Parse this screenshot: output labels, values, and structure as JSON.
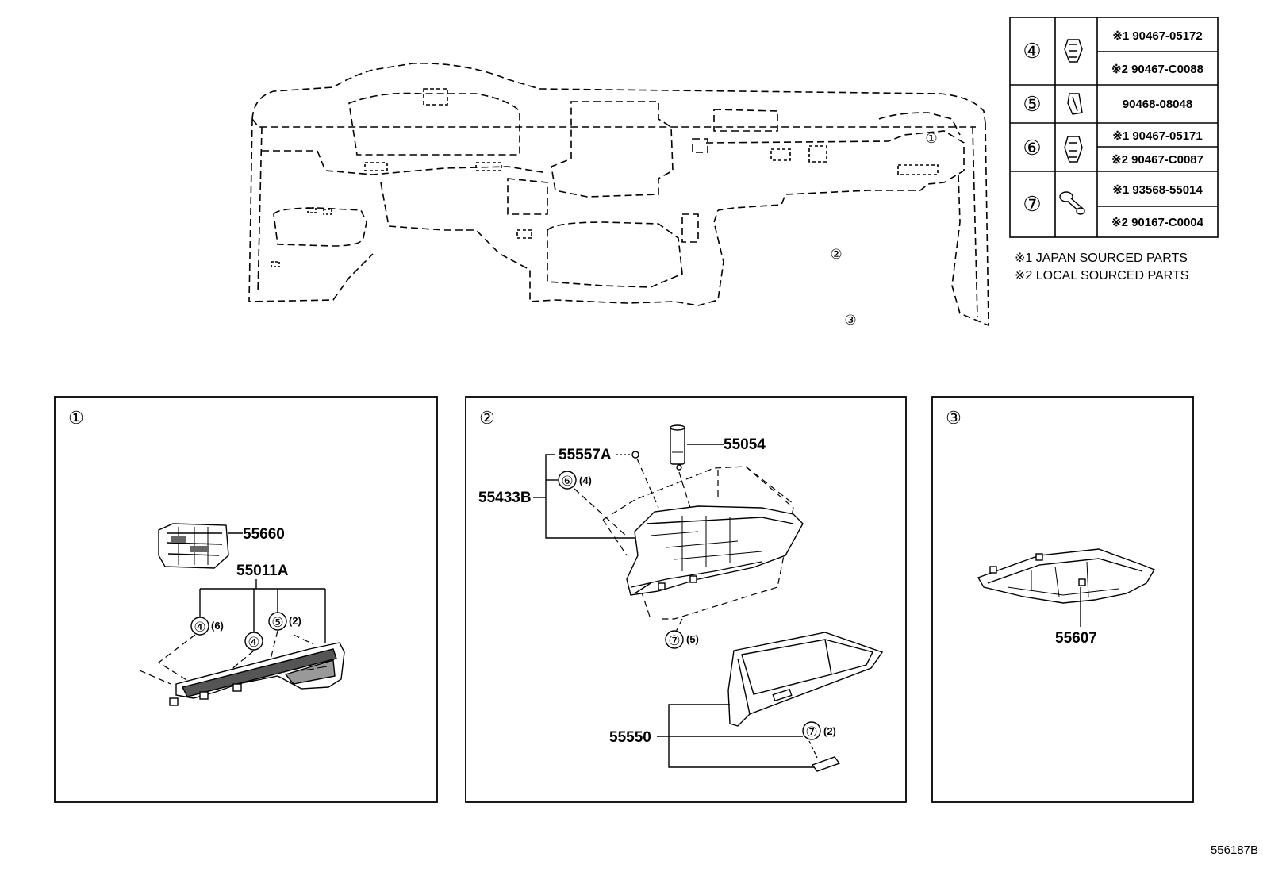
{
  "diagram": {
    "overview_callouts": [
      "①",
      "②",
      "③"
    ],
    "legend_table": {
      "rows": [
        {
          "ref": "④",
          "icon": "clip-icon",
          "parts": [
            "※1 90467-05172",
            "※2 90467-C0088"
          ]
        },
        {
          "ref": "⑤",
          "icon": "clip-icon",
          "parts": [
            "90468-08048"
          ]
        },
        {
          "ref": "⑥",
          "icon": "clip-icon",
          "parts": [
            "※1 90467-05171",
            "※2 90467-C0087"
          ]
        },
        {
          "ref": "⑦",
          "icon": "screw-icon",
          "parts": [
            "※1 93568-55014",
            "※2 90167-C0004"
          ]
        }
      ]
    },
    "notes": [
      "※1 JAPAN SOURCED PARTS",
      "※2 LOCAL SOURCED PARTS"
    ],
    "panel1": {
      "label": "①",
      "part_55660": "55660",
      "part_55011A": "55011A",
      "callouts": [
        {
          "ref": "④",
          "qty": "(6)"
        },
        {
          "ref": "④",
          "qty": ""
        },
        {
          "ref": "⑤",
          "qty": "(2)"
        }
      ]
    },
    "panel2": {
      "label": "②",
      "part_55054": "55054",
      "part_55557A": "55557A",
      "part_55433B": "55433B",
      "part_55550": "55550",
      "callout_6": {
        "ref": "⑥",
        "qty": "(4)"
      },
      "callout_7a": {
        "ref": "⑦",
        "qty": "(5)"
      },
      "callout_7b": {
        "ref": "⑦",
        "qty": "(2)"
      }
    },
    "panel3": {
      "label": "③",
      "part_55607": "55607"
    },
    "reference_code": "556187B"
  }
}
